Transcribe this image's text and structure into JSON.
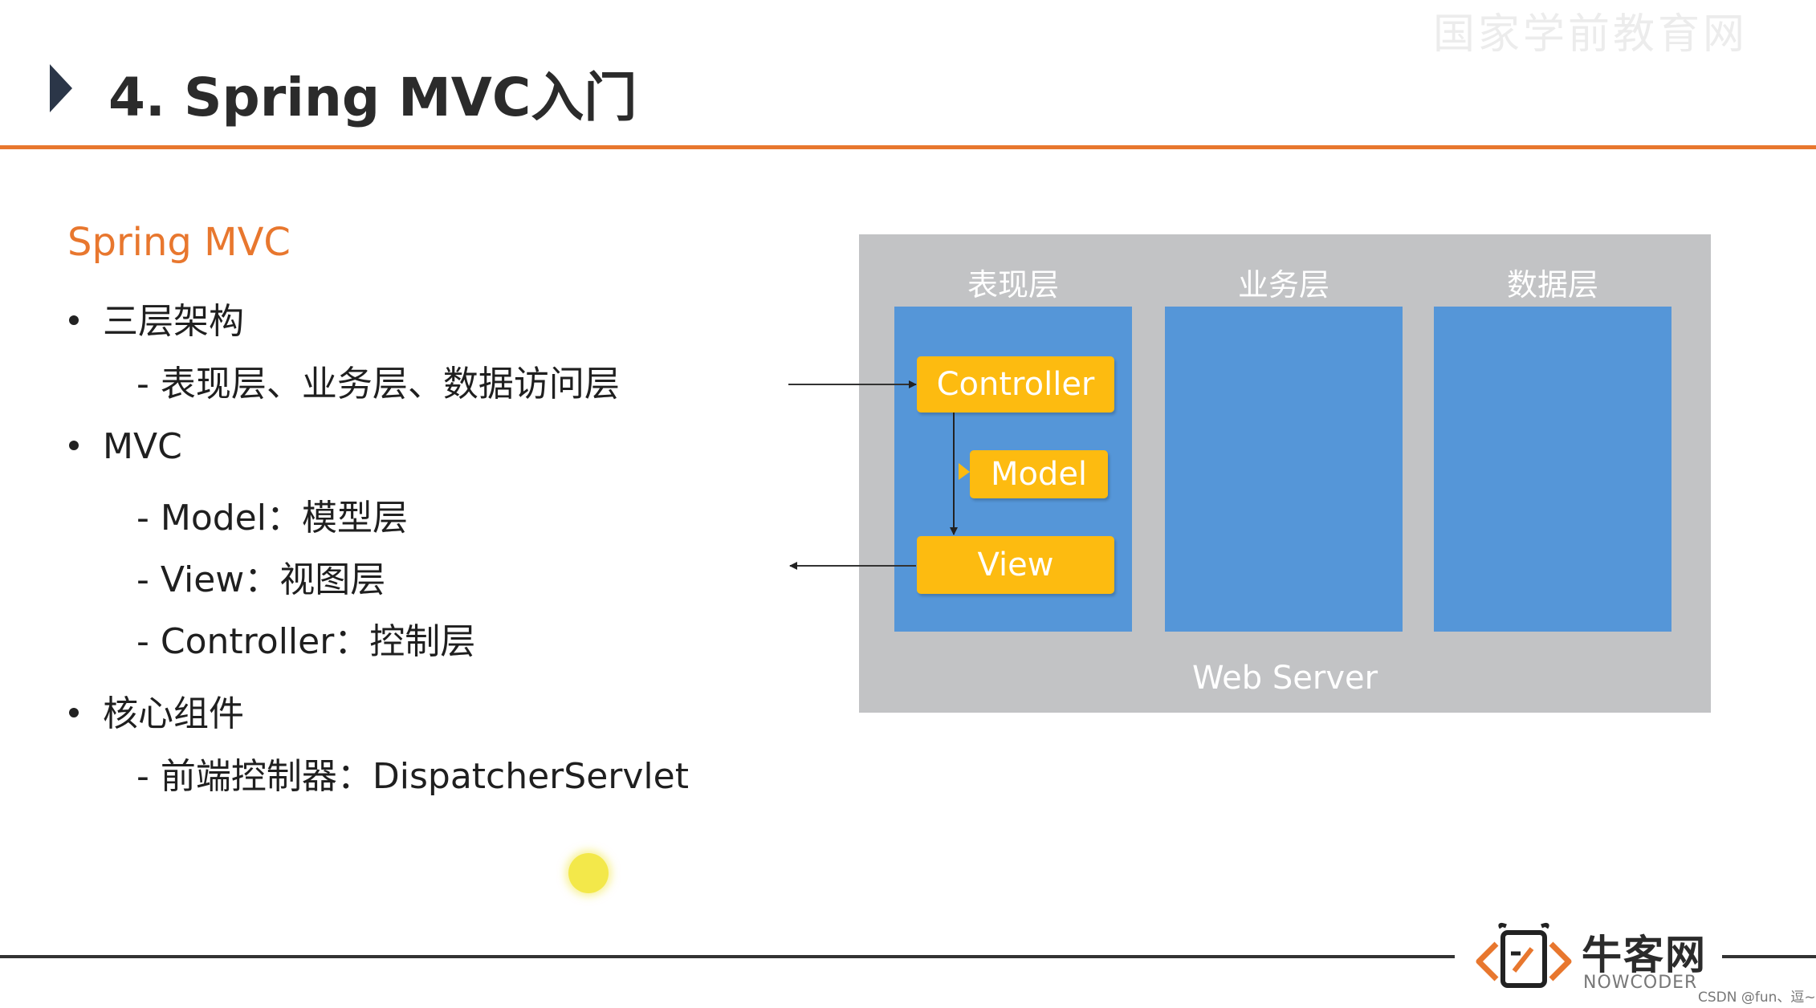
{
  "header": {
    "title": "4. Spring MVC入门",
    "watermark": "国家学前教育网"
  },
  "outline": {
    "heading": "Spring MVC",
    "items": [
      {
        "label": "三层架构",
        "subs": [
          "-  表现层、业务层、数据访问层"
        ]
      },
      {
        "label": "MVC",
        "subs": [
          "- Model：模型层",
          "- View：视图层",
          "-  Controller：控制层"
        ]
      },
      {
        "label": "核心组件",
        "subs": [
          "- 前端控制器：DispatcherServlet"
        ]
      }
    ]
  },
  "diagram": {
    "columns": [
      "表现层",
      "业务层",
      "数据层"
    ],
    "components": {
      "controller": "Controller",
      "model": "Model",
      "view": "View"
    },
    "container_label": "Web Server",
    "colors": {
      "container": "#c2c3c5",
      "layer": "#5596d8",
      "component": "#fdbb10",
      "text": "#ffffff"
    }
  },
  "footer": {
    "logo_cn": "牛客网",
    "logo_en": "NOWCODER",
    "credit": "CSDN @fun、逗~"
  },
  "colors": {
    "accent": "#e8772e",
    "title_arrow": "#2b3648",
    "pointer": "#f3e84a"
  }
}
